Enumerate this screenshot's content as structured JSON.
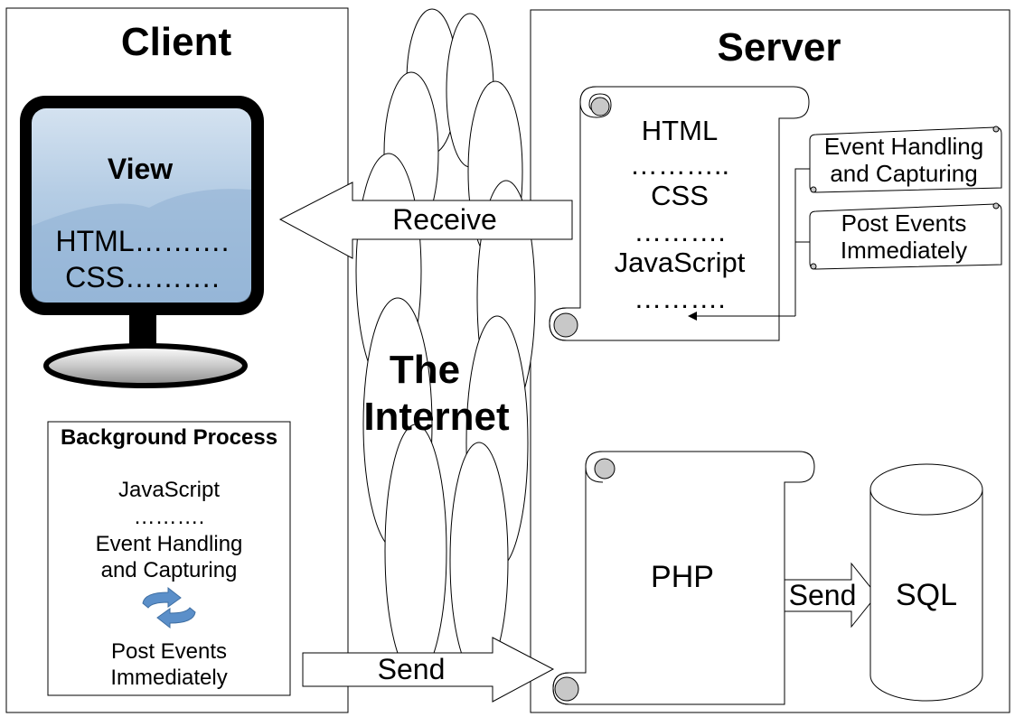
{
  "client": {
    "title": "Client",
    "monitor": {
      "view_label": "View",
      "html_line": "HTML……….",
      "css_line": "CSS………."
    },
    "background_process": {
      "title": "Background Process",
      "javascript": "JavaScript",
      "dots": "……….",
      "event_handling": "Event Handling",
      "and_capturing": "and Capturing",
      "post_events": "Post Events",
      "immediately": "Immediately",
      "cycle_icon": "refresh-cycle-icon"
    }
  },
  "internet": {
    "line1": "The",
    "line2": "Internet"
  },
  "arrows": {
    "receive": "Receive",
    "send_client": "Send",
    "send_sql": "Send"
  },
  "server": {
    "title": "Server",
    "page_scroll": {
      "html": "HTML",
      "dots1": "………..",
      "css": "CSS",
      "dots2": "……….",
      "javascript": "JavaScript",
      "dots3": "………."
    },
    "note_event": {
      "line1": "Event Handling",
      "line2": "and Capturing"
    },
    "note_post": {
      "line1": "Post Events",
      "line2": "Immediately"
    },
    "php": "PHP",
    "sql": "SQL"
  },
  "colors": {
    "screen_top": "#c9dcef",
    "screen_bottom": "#8fb3d9",
    "cycle_arrow": "#5b8fc9",
    "curl_gray": "#c8c8c8"
  }
}
